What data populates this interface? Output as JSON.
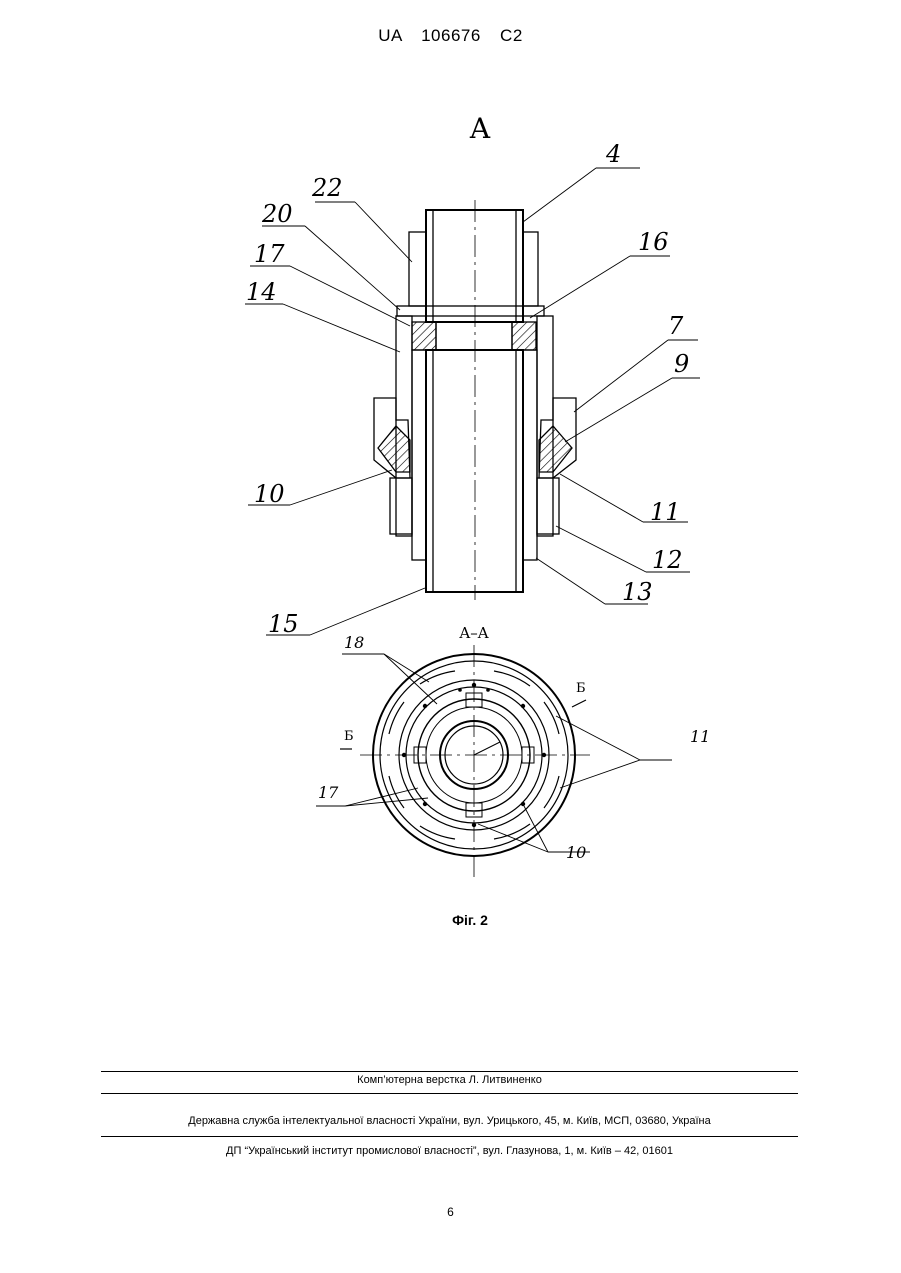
{
  "header": {
    "patent_text": "UA 106676 C2"
  },
  "drawing": {
    "view_a_label": "A",
    "section_label": "A–A",
    "section_arrow_label": "Б",
    "callouts_top": [
      "4",
      "22",
      "20",
      "17",
      "14",
      "16",
      "7",
      "9",
      "10",
      "11",
      "12",
      "13",
      "15"
    ],
    "callouts_bottom": [
      "18",
      "11",
      "17",
      "10"
    ]
  },
  "figure": {
    "caption": "Фіг. 2"
  },
  "footer": {
    "line1": "Комп’ютерна верстка Л. Литвиненко",
    "line2": "Державна служба інтелектуальної власності України, вул. Урицького, 45, м. Київ, МСП, 03680, Україна",
    "line3": "ДП “Український інститут промислової власності”, вул. Глазунова, 1, м. Київ – 42, 01601"
  },
  "page": {
    "number": "6"
  }
}
